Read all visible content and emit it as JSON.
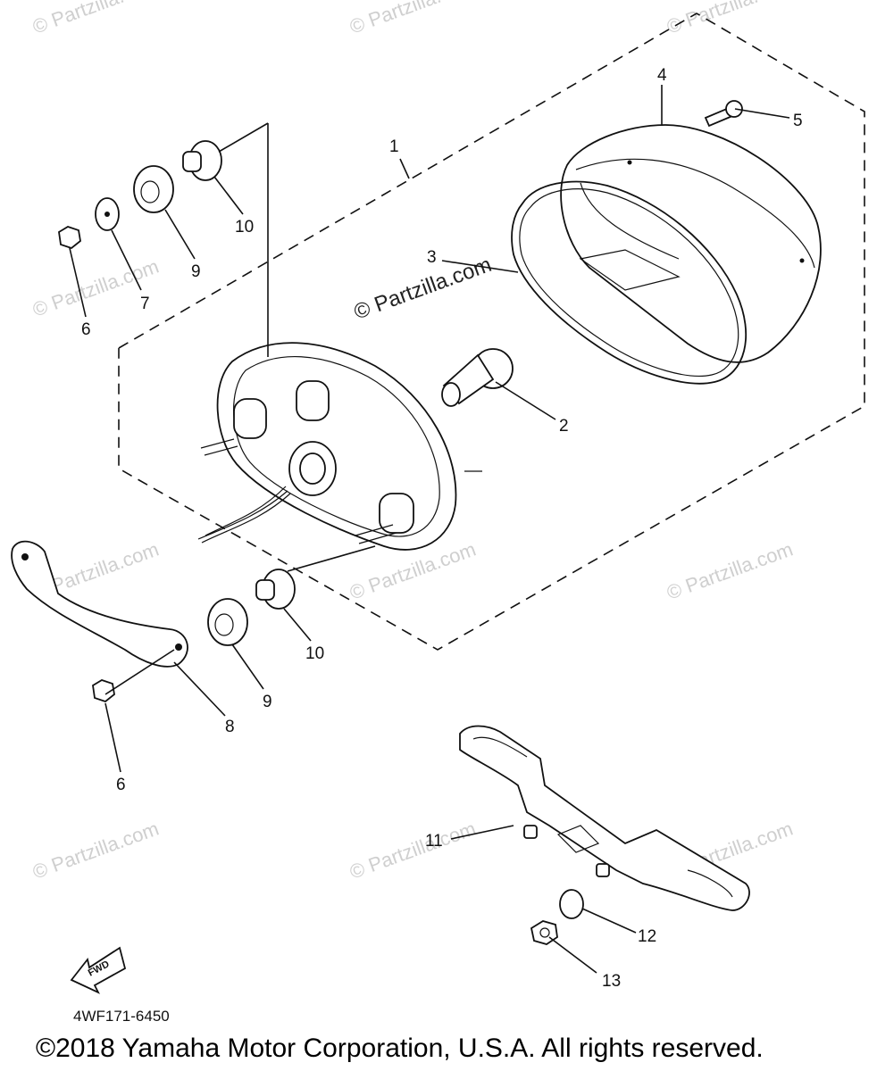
{
  "diagram": {
    "callouts": [
      {
        "id": "c1",
        "label": "1"
      },
      {
        "id": "c2",
        "label": "2"
      },
      {
        "id": "c3",
        "label": "3"
      },
      {
        "id": "c4",
        "label": "4"
      },
      {
        "id": "c5",
        "label": "5"
      },
      {
        "id": "c6a",
        "label": "6"
      },
      {
        "id": "c6b",
        "label": "6"
      },
      {
        "id": "c7",
        "label": "7"
      },
      {
        "id": "c8",
        "label": "8"
      },
      {
        "id": "c9a",
        "label": "9"
      },
      {
        "id": "c9b",
        "label": "9"
      },
      {
        "id": "c10a",
        "label": "10"
      },
      {
        "id": "c10b",
        "label": "10"
      },
      {
        "id": "c11",
        "label": "11"
      },
      {
        "id": "c12",
        "label": "12"
      },
      {
        "id": "c13",
        "label": "13"
      }
    ],
    "watermark": "© Partzilla.com",
    "fwd_label": "FWD",
    "diagram_code": "4WF171-6450",
    "copyright": "©2018  Yamaha Motor Corporation, U.S.A. All rights reserved."
  }
}
